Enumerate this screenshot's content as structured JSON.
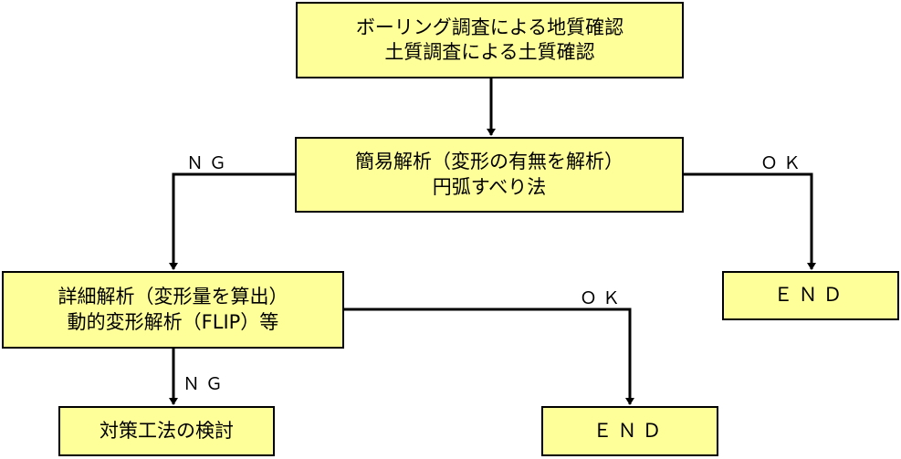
{
  "colors": {
    "box_fill": "#FFFF99",
    "border": "#000000",
    "arrow": "#000000"
  },
  "nodes": {
    "survey": {
      "line1": "ボーリング調査による地質確認",
      "line2": "土質調査による土質確認"
    },
    "simple_analysis": {
      "line1": "簡易解析（変形の有無を解析）",
      "line2": "円弧すべり法"
    },
    "detailed_analysis": {
      "line1": "詳細解析（変形量を算出）",
      "line2": "動的変形解析（FLIP）等"
    },
    "end_right": {
      "label": "ＥＮＤ"
    },
    "end_middle": {
      "label": "ＥＮＤ"
    },
    "countermeasure": {
      "label": "対策工法の検討"
    }
  },
  "edges": {
    "simple_ng": "ＮＧ",
    "simple_ok": "ＯＫ",
    "detailed_ok": "ＯＫ",
    "detailed_ng": "ＮＧ"
  }
}
